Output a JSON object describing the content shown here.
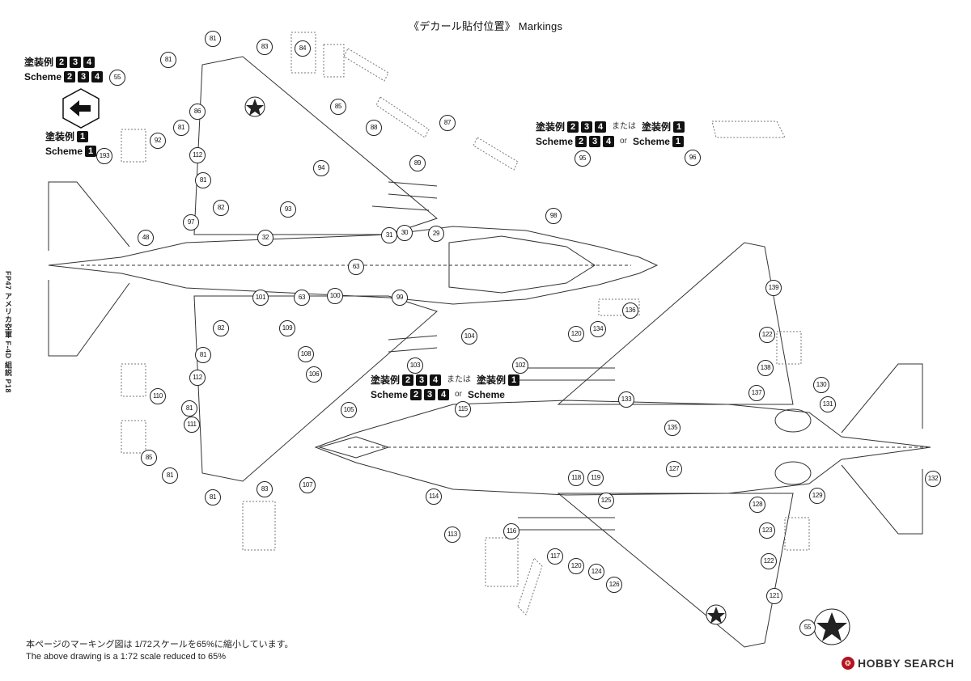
{
  "title": "《デカール貼付位置》 Markings",
  "side_label": "FP47 アメリカ空軍 F-4D 組説 P18",
  "schemes": {
    "top_left_jp": "塗装例",
    "top_left_en": "Scheme",
    "top_left_nums": [
      "2",
      "3",
      "4"
    ],
    "left_mid_jp": "塗装例",
    "left_mid_en": "Scheme",
    "left_mid_num": "1",
    "right_jp": "塗装例",
    "right_en": "Scheme",
    "right_nums": [
      "2",
      "3",
      "4"
    ],
    "or_jp": "または",
    "or_en": "or",
    "right_alt_num": "1",
    "bottom_jp": "塗装例",
    "bottom_en": "Scheme",
    "bottom_nums": [
      "2",
      "3",
      "4"
    ],
    "bottom_alt_jp": "塗装例",
    "bottom_alt_en": "Scheme",
    "bottom_alt_num": "1"
  },
  "callouts": {
    "c81a": "81",
    "c83a": "83",
    "c84": "84",
    "c55a": "55",
    "c81b": "81",
    "c86": "86",
    "c81c": "81",
    "c85a": "85",
    "c88": "88",
    "c87": "87",
    "c92": "92",
    "c112a": "112",
    "c94": "94",
    "c89": "89",
    "c95": "95",
    "c96": "96",
    "c193": "193",
    "c81d": "81",
    "c82a": "82",
    "c93": "93",
    "c97": "97",
    "c98": "98",
    "c48": "48",
    "c32": "32",
    "c31": "31",
    "c30": "30",
    "c29": "29",
    "c63a": "63",
    "c101": "101",
    "c63b": "63",
    "c100": "100",
    "c99": "99",
    "c82b": "82",
    "c109": "109",
    "c104": "104",
    "c81e": "81",
    "c108": "108",
    "c103": "103",
    "c112b": "112",
    "c106": "106",
    "c110": "110",
    "c81f": "81",
    "c105": "105",
    "c111": "111",
    "c85b": "85",
    "c81g": "81",
    "c83b": "83",
    "c107": "107",
    "c81h": "81",
    "c102": "102",
    "c115": "115",
    "c114": "114",
    "c113": "113",
    "c116": "116",
    "c117": "117",
    "c118": "118",
    "c119": "119",
    "c120a": "120",
    "c120b": "120",
    "c124": "124",
    "c125": "125",
    "c126": "126",
    "c127": "127",
    "c128": "128",
    "c123": "123",
    "c122a": "122",
    "c122b": "122",
    "c121": "121",
    "c55b": "55",
    "c129": "129",
    "c132": "132",
    "c131": "131",
    "c130": "130",
    "c137": "137",
    "c138": "138",
    "c139": "139",
    "c136": "136",
    "c134": "134",
    "c133": "133",
    "c135": "135"
  },
  "note_jp": "本ページのマーキング図は 1/72スケールを65%に縮小しています。",
  "note_en": "The above drawing is a 1:72 scale reduced to 65%",
  "logo_text": "HOBBY SEARCH"
}
